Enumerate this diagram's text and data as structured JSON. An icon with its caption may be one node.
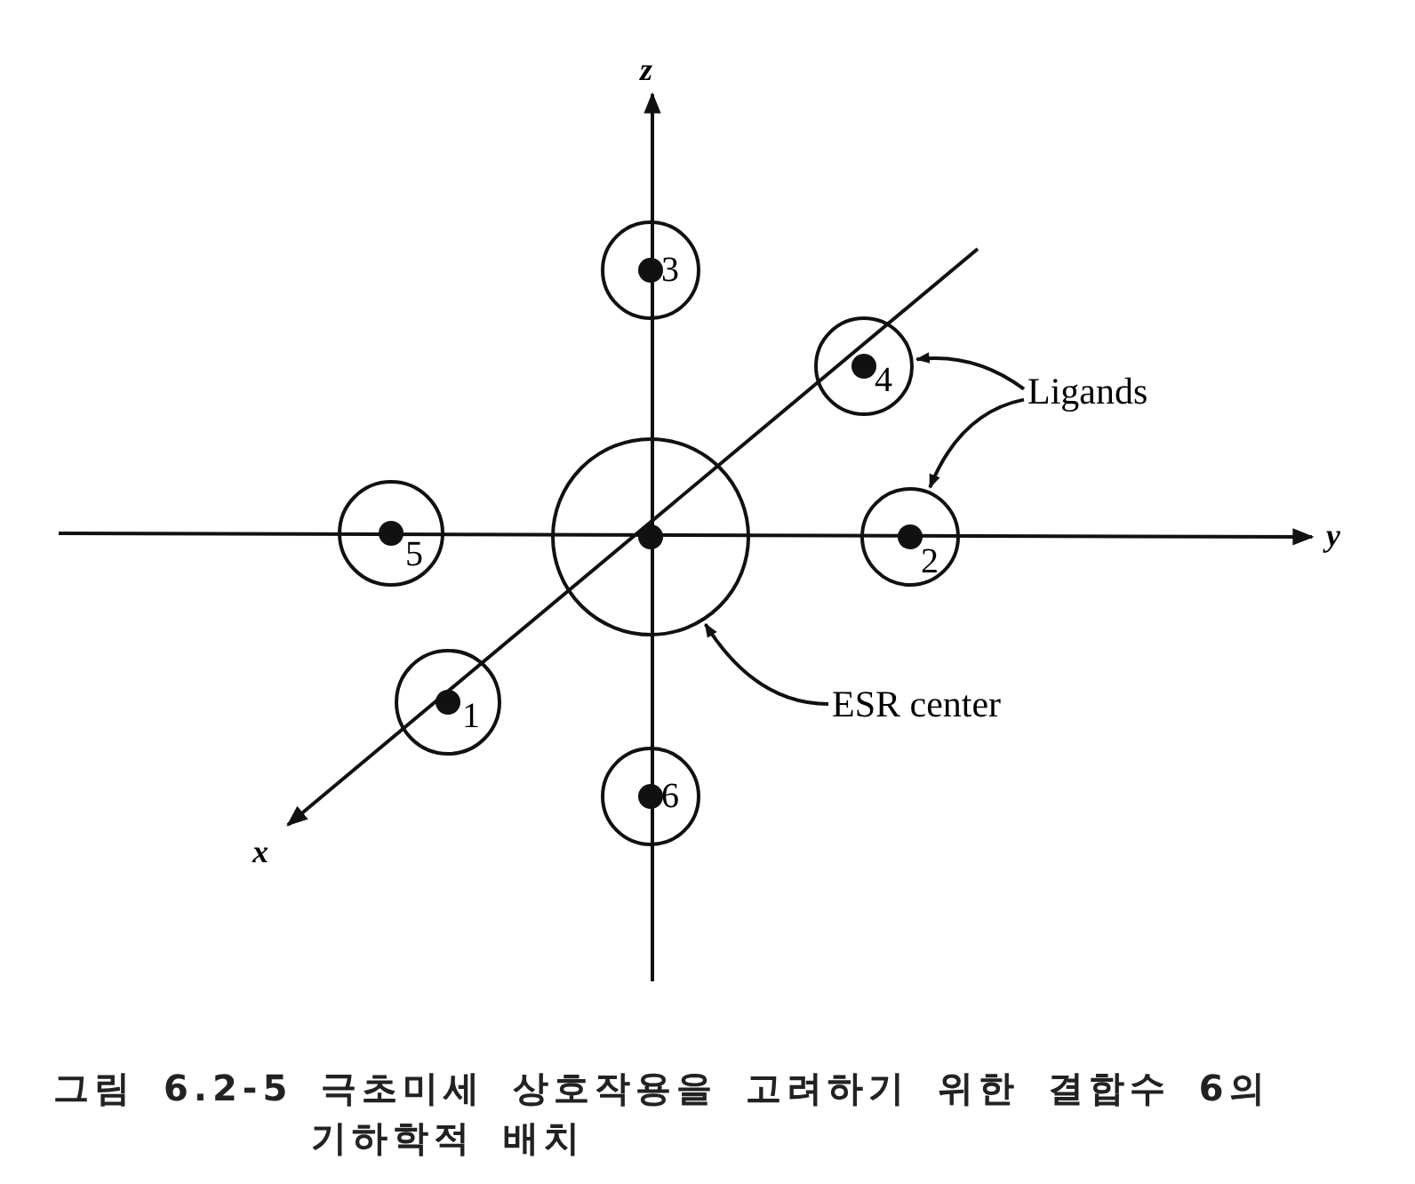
{
  "diagram": {
    "caption": "그림 6.2-5 극초미세 상호작용을 고려하기 위한 결합수 6의 기하학적 배치",
    "nodes": [
      {
        "text": [
          "3"
        ]
      },
      {
        "text": [
          "4"
        ]
      },
      {
        "text": [
          "5"
        ]
      },
      {
        "text": [],
        "shape": "circle"
      },
      {
        "text": [
          "2"
        ]
      },
      {
        "text": [
          "1"
        ]
      },
      {
        "text": [
          "6"
        ]
      },
      {
        "text": [
          "Ligands"
        ]
      },
      {
        "text": [
          "ESR center"
        ]
      }
    ],
    "edges": [
      {
        "from": 7,
        "to": 1,
        "arrow": "to"
      },
      {
        "from": 7,
        "to": 4,
        "arrow": "to"
      },
      {
        "from": 8,
        "to": 3,
        "arrow": "to"
      }
    ],
    "labels": [
      "z",
      "y",
      "x"
    ]
  }
}
